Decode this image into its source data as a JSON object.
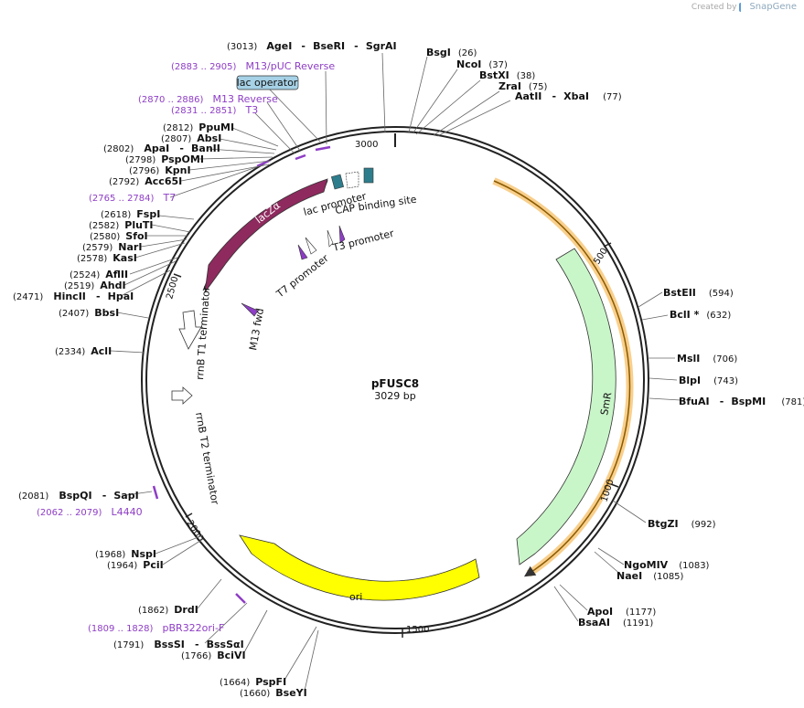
{
  "credit": {
    "prefix": "Created by",
    "brand": "SnapGene"
  },
  "plasmid": {
    "name": "pFUSC8",
    "length_label": "3029 bp",
    "length": 3029
  },
  "ticks": [
    "500",
    "1000",
    "1500",
    "2000",
    "2500",
    "3000"
  ],
  "features": {
    "lacZa": "lacZα",
    "lac_promoter": "lac promoter",
    "cap_site": "CAP binding site",
    "t3_promoter": "T3 promoter",
    "t7_promoter": "T7 promoter",
    "m13_fwd": "M13 fwd",
    "rrnb_t1": "rrnB T1 terminator",
    "rrnb_t2": "rrnB T2 terminator",
    "smr": "SmR",
    "ori": "ori",
    "lac_operator": "lac operator"
  },
  "primers": [
    {
      "range": "(2883 .. 2905)",
      "name": "M13/pUC Reverse"
    },
    {
      "range": "(2870 .. 2886)",
      "name": "M13 Reverse"
    },
    {
      "range": "(2831 .. 2851)",
      "name": "T3"
    },
    {
      "range": "(2765 .. 2784)",
      "name": "T7"
    },
    {
      "range": "(2062 .. 2079)",
      "name": "L4440"
    },
    {
      "range": "(1809 .. 1828)",
      "name": "pBR322ori-F"
    }
  ],
  "sites": [
    {
      "pos": "(3013)",
      "name": "AgeI",
      "extra": [
        "BseRI",
        "SgrAI"
      ]
    },
    {
      "pos": "(26)",
      "name": "BsgI"
    },
    {
      "pos": "(37)",
      "name": "NcoI"
    },
    {
      "pos": "(38)",
      "name": "BstXI"
    },
    {
      "pos": "(75)",
      "name": "ZraI"
    },
    {
      "pos": "(77)",
      "name": "AatII",
      "extra": [
        "XbaI"
      ]
    },
    {
      "pos": "(2812)",
      "name": "PpuMI"
    },
    {
      "pos": "(2807)",
      "name": "AbsI"
    },
    {
      "pos": "(2802)",
      "name": "ApaI",
      "extra": [
        "BanII"
      ]
    },
    {
      "pos": "(2798)",
      "name": "PspOMI"
    },
    {
      "pos": "(2796)",
      "name": "KpnI"
    },
    {
      "pos": "(2792)",
      "name": "Acc65I"
    },
    {
      "pos": "(2618)",
      "name": "FspI"
    },
    {
      "pos": "(2582)",
      "name": "PluTI"
    },
    {
      "pos": "(2580)",
      "name": "SfoI"
    },
    {
      "pos": "(2579)",
      "name": "NarI"
    },
    {
      "pos": "(2578)",
      "name": "KasI"
    },
    {
      "pos": "(2524)",
      "name": "AflII"
    },
    {
      "pos": "(2519)",
      "name": "AhdI"
    },
    {
      "pos": "(2471)",
      "name": "HincII",
      "extra": [
        "HpaI"
      ]
    },
    {
      "pos": "(2407)",
      "name": "BbsI"
    },
    {
      "pos": "(2334)",
      "name": "AclI"
    },
    {
      "pos": "(2081)",
      "name": "BspQI",
      "extra": [
        "SapI"
      ]
    },
    {
      "pos": "(1968)",
      "name": "NspI"
    },
    {
      "pos": "(1964)",
      "name": "PciI"
    },
    {
      "pos": "(1862)",
      "name": "DrdI"
    },
    {
      "pos": "(1791)",
      "name": "BssSI",
      "extra": [
        "BssSαI"
      ]
    },
    {
      "pos": "(1766)",
      "name": "BciVI"
    },
    {
      "pos": "(1664)",
      "name": "PspFI"
    },
    {
      "pos": "(1660)",
      "name": "BseYI"
    },
    {
      "pos": "(594)",
      "name": "BstEII"
    },
    {
      "pos": "(632)",
      "name": "BclI *"
    },
    {
      "pos": "(706)",
      "name": "MslI"
    },
    {
      "pos": "(743)",
      "name": "BlpI"
    },
    {
      "pos": "(781)",
      "name": "BfuAI",
      "extra": [
        "BspMI"
      ]
    },
    {
      "pos": "(992)",
      "name": "BtgZI"
    },
    {
      "pos": "(1083)",
      "name": "NgoMIV"
    },
    {
      "pos": "(1085)",
      "name": "NaeI"
    },
    {
      "pos": "(1177)",
      "name": "ApoI"
    },
    {
      "pos": "(1191)",
      "name": "BsaAI"
    }
  ],
  "colors": {
    "backbone": "#222222",
    "lacZa": "#8e2a5e",
    "smr": "#c9f6c9",
    "ori": "#ffff00",
    "primer": "#8e3dc6",
    "orf": "#f4a434",
    "cap": "#2e7d8c",
    "operator": "#a6d1e6"
  }
}
